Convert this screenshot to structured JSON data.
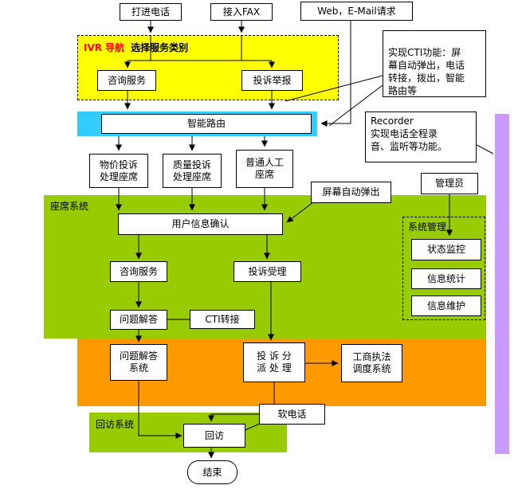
{
  "colors": {
    "ivr_bg": "#FFFF00",
    "route_bg": "#33CCFF",
    "agent_bg": "#99CC00",
    "process_bg": "#FF9900",
    "callback_bg": "#99CC00",
    "side_bar": "#CC99FF",
    "ivr_title_red": "#FF0000"
  },
  "top": {
    "call_in": "打进电话",
    "fax_in": "接入FAX",
    "web_email": "Web，E-Mail请求"
  },
  "ivr": {
    "title_red": "IVR 导航",
    "title_black": "选择服务类别",
    "consult": "咨询服务",
    "complaint": "投诉举报"
  },
  "notes": {
    "cti": "实现CTI功能：屏\n幕自动弹出，电话\n转接，拨出，智能\n路由等",
    "recorder_title": "Recorder",
    "recorder_body": "实现电话全程录\n音、监听等功能。",
    "screen_popup": "屏幕自动弹出",
    "cti_transfer": "CTI转接",
    "softphone": "软电话"
  },
  "route": {
    "smart_route": "智能路由"
  },
  "seats": {
    "price": "物价投诉\n处理座席",
    "quality": "质量投诉\n处理座席",
    "normal": "普通人工\n座席"
  },
  "agent": {
    "label": "座席系统",
    "user_confirm": "用户信息确认",
    "consult": "咨询服务",
    "complaint_accept": "投诉受理",
    "qa": "问题解答",
    "admin": "管理员",
    "sysmgmt_label": "系统管理",
    "status": "状态监控",
    "stats": "信息统计",
    "maintain": "信息维护"
  },
  "process": {
    "qa_system": "问题解答\n系统",
    "dispatch": "投 诉 分\n派 处 理",
    "law_system": "工商执法\n调度系统"
  },
  "callback": {
    "label": "回访系统",
    "visit": "回访",
    "end": "结束"
  }
}
